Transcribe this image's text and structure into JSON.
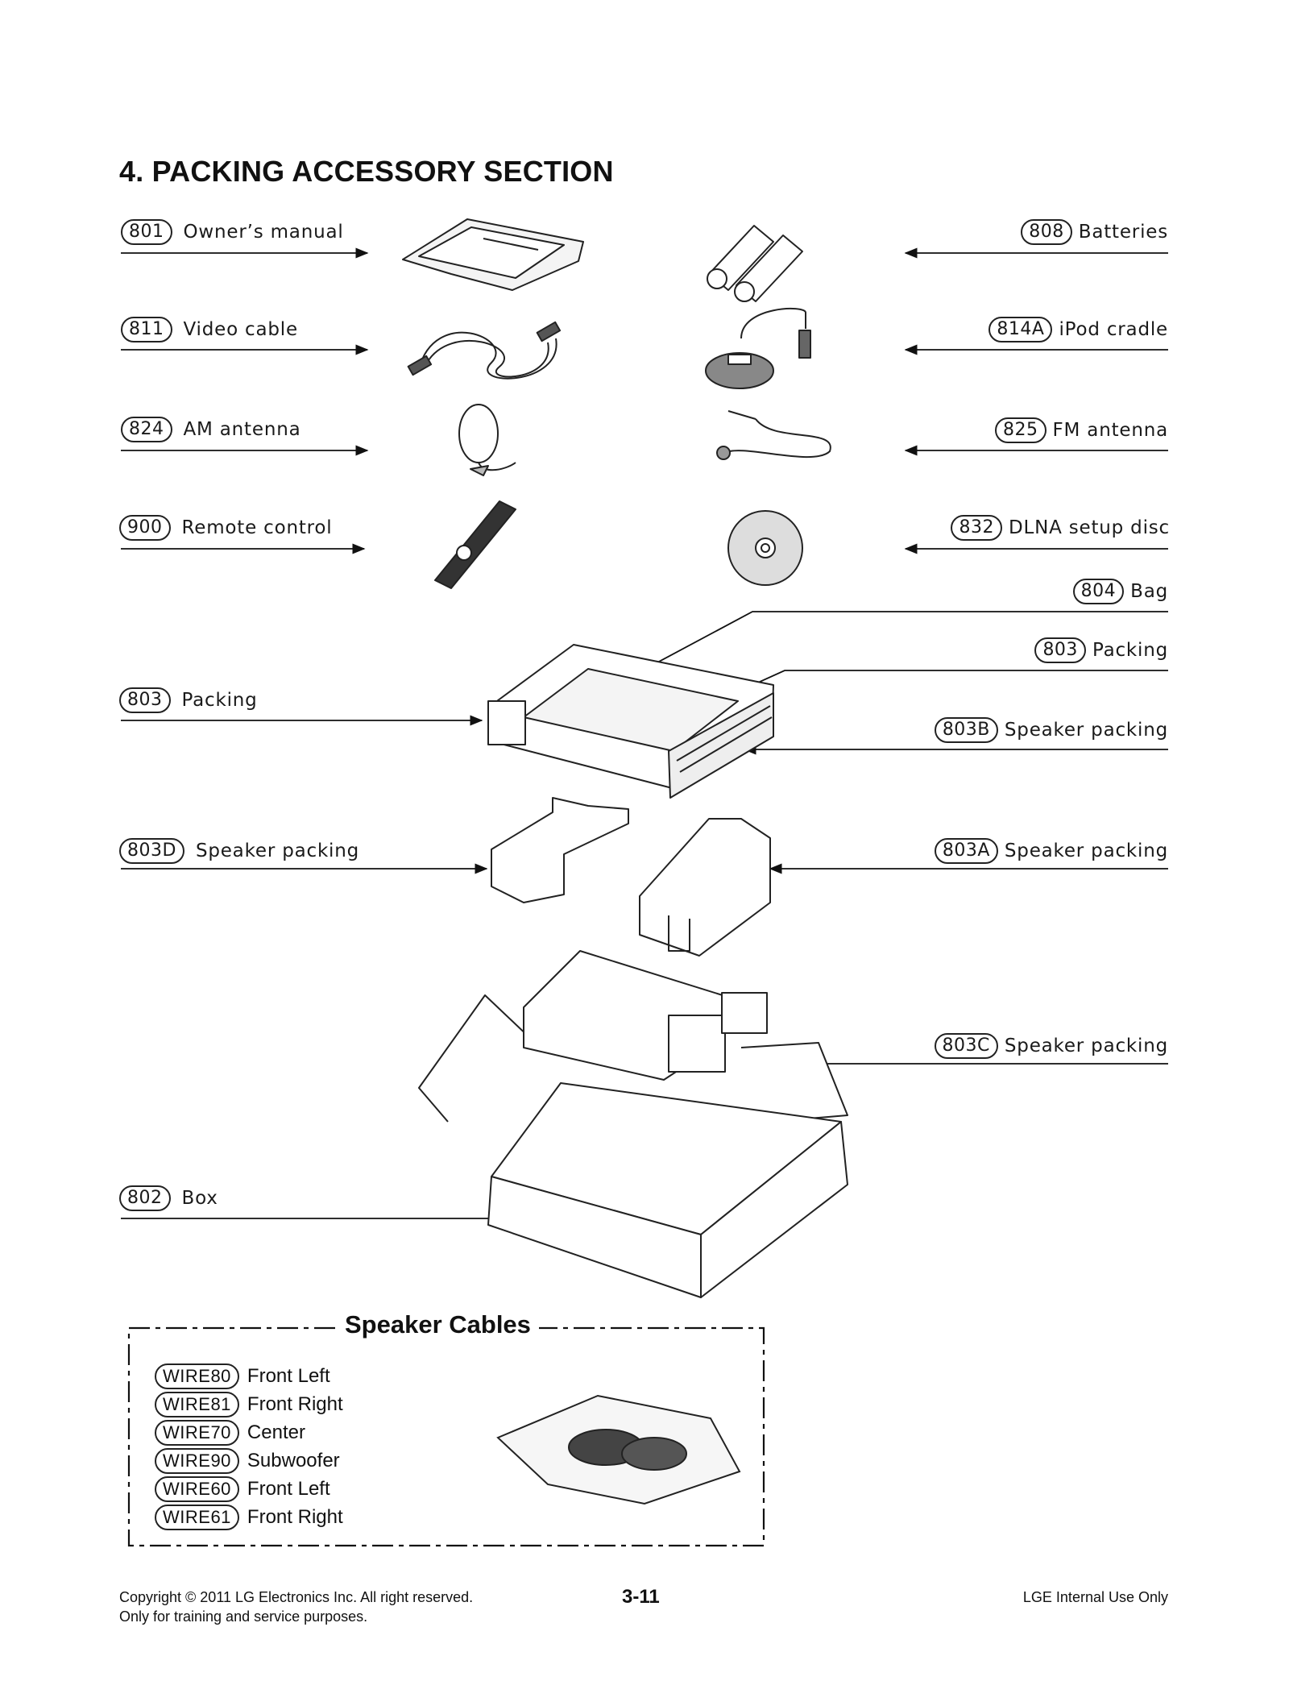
{
  "header": {
    "title": "4. PACKING ACCESSORY SECTION"
  },
  "parts": {
    "p801": {
      "code": "801",
      "name": "Owner’s manual"
    },
    "p811": {
      "code": "811",
      "name": "Video cable"
    },
    "p824": {
      "code": "824",
      "name": "AM antenna"
    },
    "p900": {
      "code": "900",
      "name": "Remote control"
    },
    "p803L": {
      "code": "803",
      "name": "Packing"
    },
    "p803D": {
      "code": "803D",
      "name": "Speaker packing"
    },
    "p802": {
      "code": "802",
      "name": "Box"
    },
    "p808": {
      "code": "808",
      "name": "Batteries"
    },
    "p814A": {
      "code": "814A",
      "name": "iPod cradle"
    },
    "p825": {
      "code": "825",
      "name": "FM antenna"
    },
    "p832": {
      "code": "832",
      "name": "DLNA setup disc"
    },
    "p804": {
      "code": "804",
      "name": "Bag"
    },
    "p803R": {
      "code": "803",
      "name": "Packing"
    },
    "p803B": {
      "code": "803B",
      "name": "Speaker packing"
    },
    "p803A": {
      "code": "803A",
      "name": "Speaker packing"
    },
    "p803C": {
      "code": "803C",
      "name": "Speaker packing"
    }
  },
  "speaker_cables": {
    "title": "Speaker Cables",
    "items": [
      {
        "code": "WIRE80",
        "name": "Front Left"
      },
      {
        "code": "WIRE81",
        "name": "Front Right"
      },
      {
        "code": "WIRE70",
        "name": "Center"
      },
      {
        "code": "WIRE90",
        "name": "Subwoofer"
      },
      {
        "code": "WIRE60",
        "name": "Front Left"
      },
      {
        "code": "WIRE61",
        "name": "Front Right"
      }
    ]
  },
  "footer": {
    "copyright_line1": "Copyright © 2011 LG Electronics Inc. All right reserved.",
    "copyright_line2": "Only for training and service purposes.",
    "page_number": "3-11",
    "internal": "LGE Internal Use Only"
  }
}
